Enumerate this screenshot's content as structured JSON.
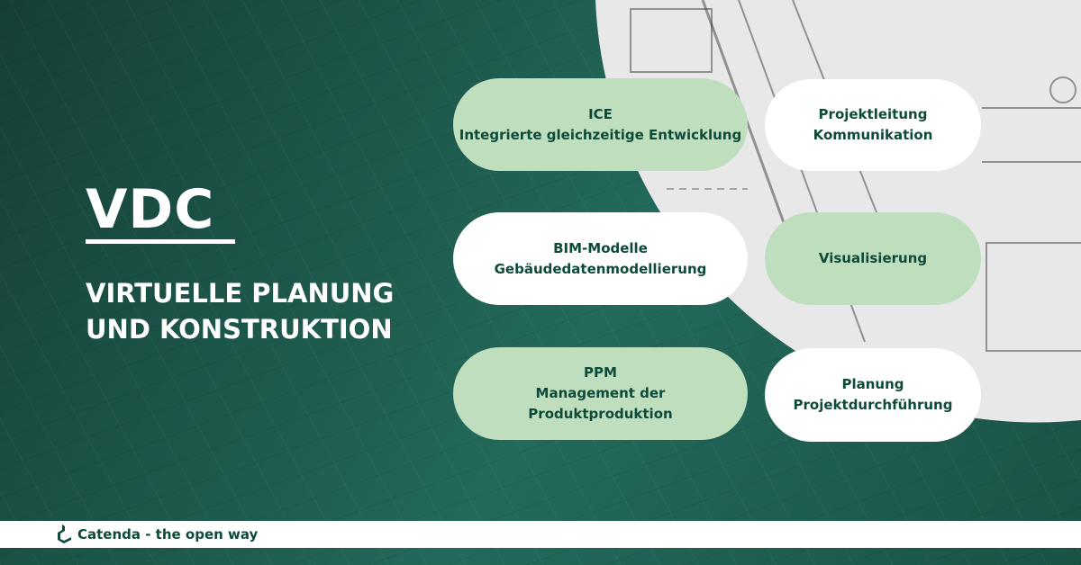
{
  "title": "VDC",
  "subtitle": [
    "VIRTUELLE PLANUNG",
    "UND KONSTRUKTION"
  ],
  "pills": [
    {
      "lines": [
        "ICE",
        "Integrierte gleichzeitige Entwicklung"
      ],
      "color": "#bfdebe"
    },
    {
      "lines": [
        "Projektleitung",
        "Kommunikation"
      ],
      "color": "#ffffff"
    },
    {
      "lines": [
        "BIM-Modelle",
        "Gebäudedatenmodellierung"
      ],
      "color": "#ffffff"
    },
    {
      "lines": [
        "Visualisierung"
      ],
      "color": "#bfdebe"
    },
    {
      "lines": [
        "PPM",
        "Management der",
        "Produktproduktion"
      ],
      "color": "#bfdebe"
    },
    {
      "lines": [
        "Planung",
        "Projektdurchführung"
      ],
      "color": "#ffffff"
    }
  ],
  "footer": {
    "brand": "Catenda - the open way",
    "logo": "catenda-logo-icon"
  }
}
